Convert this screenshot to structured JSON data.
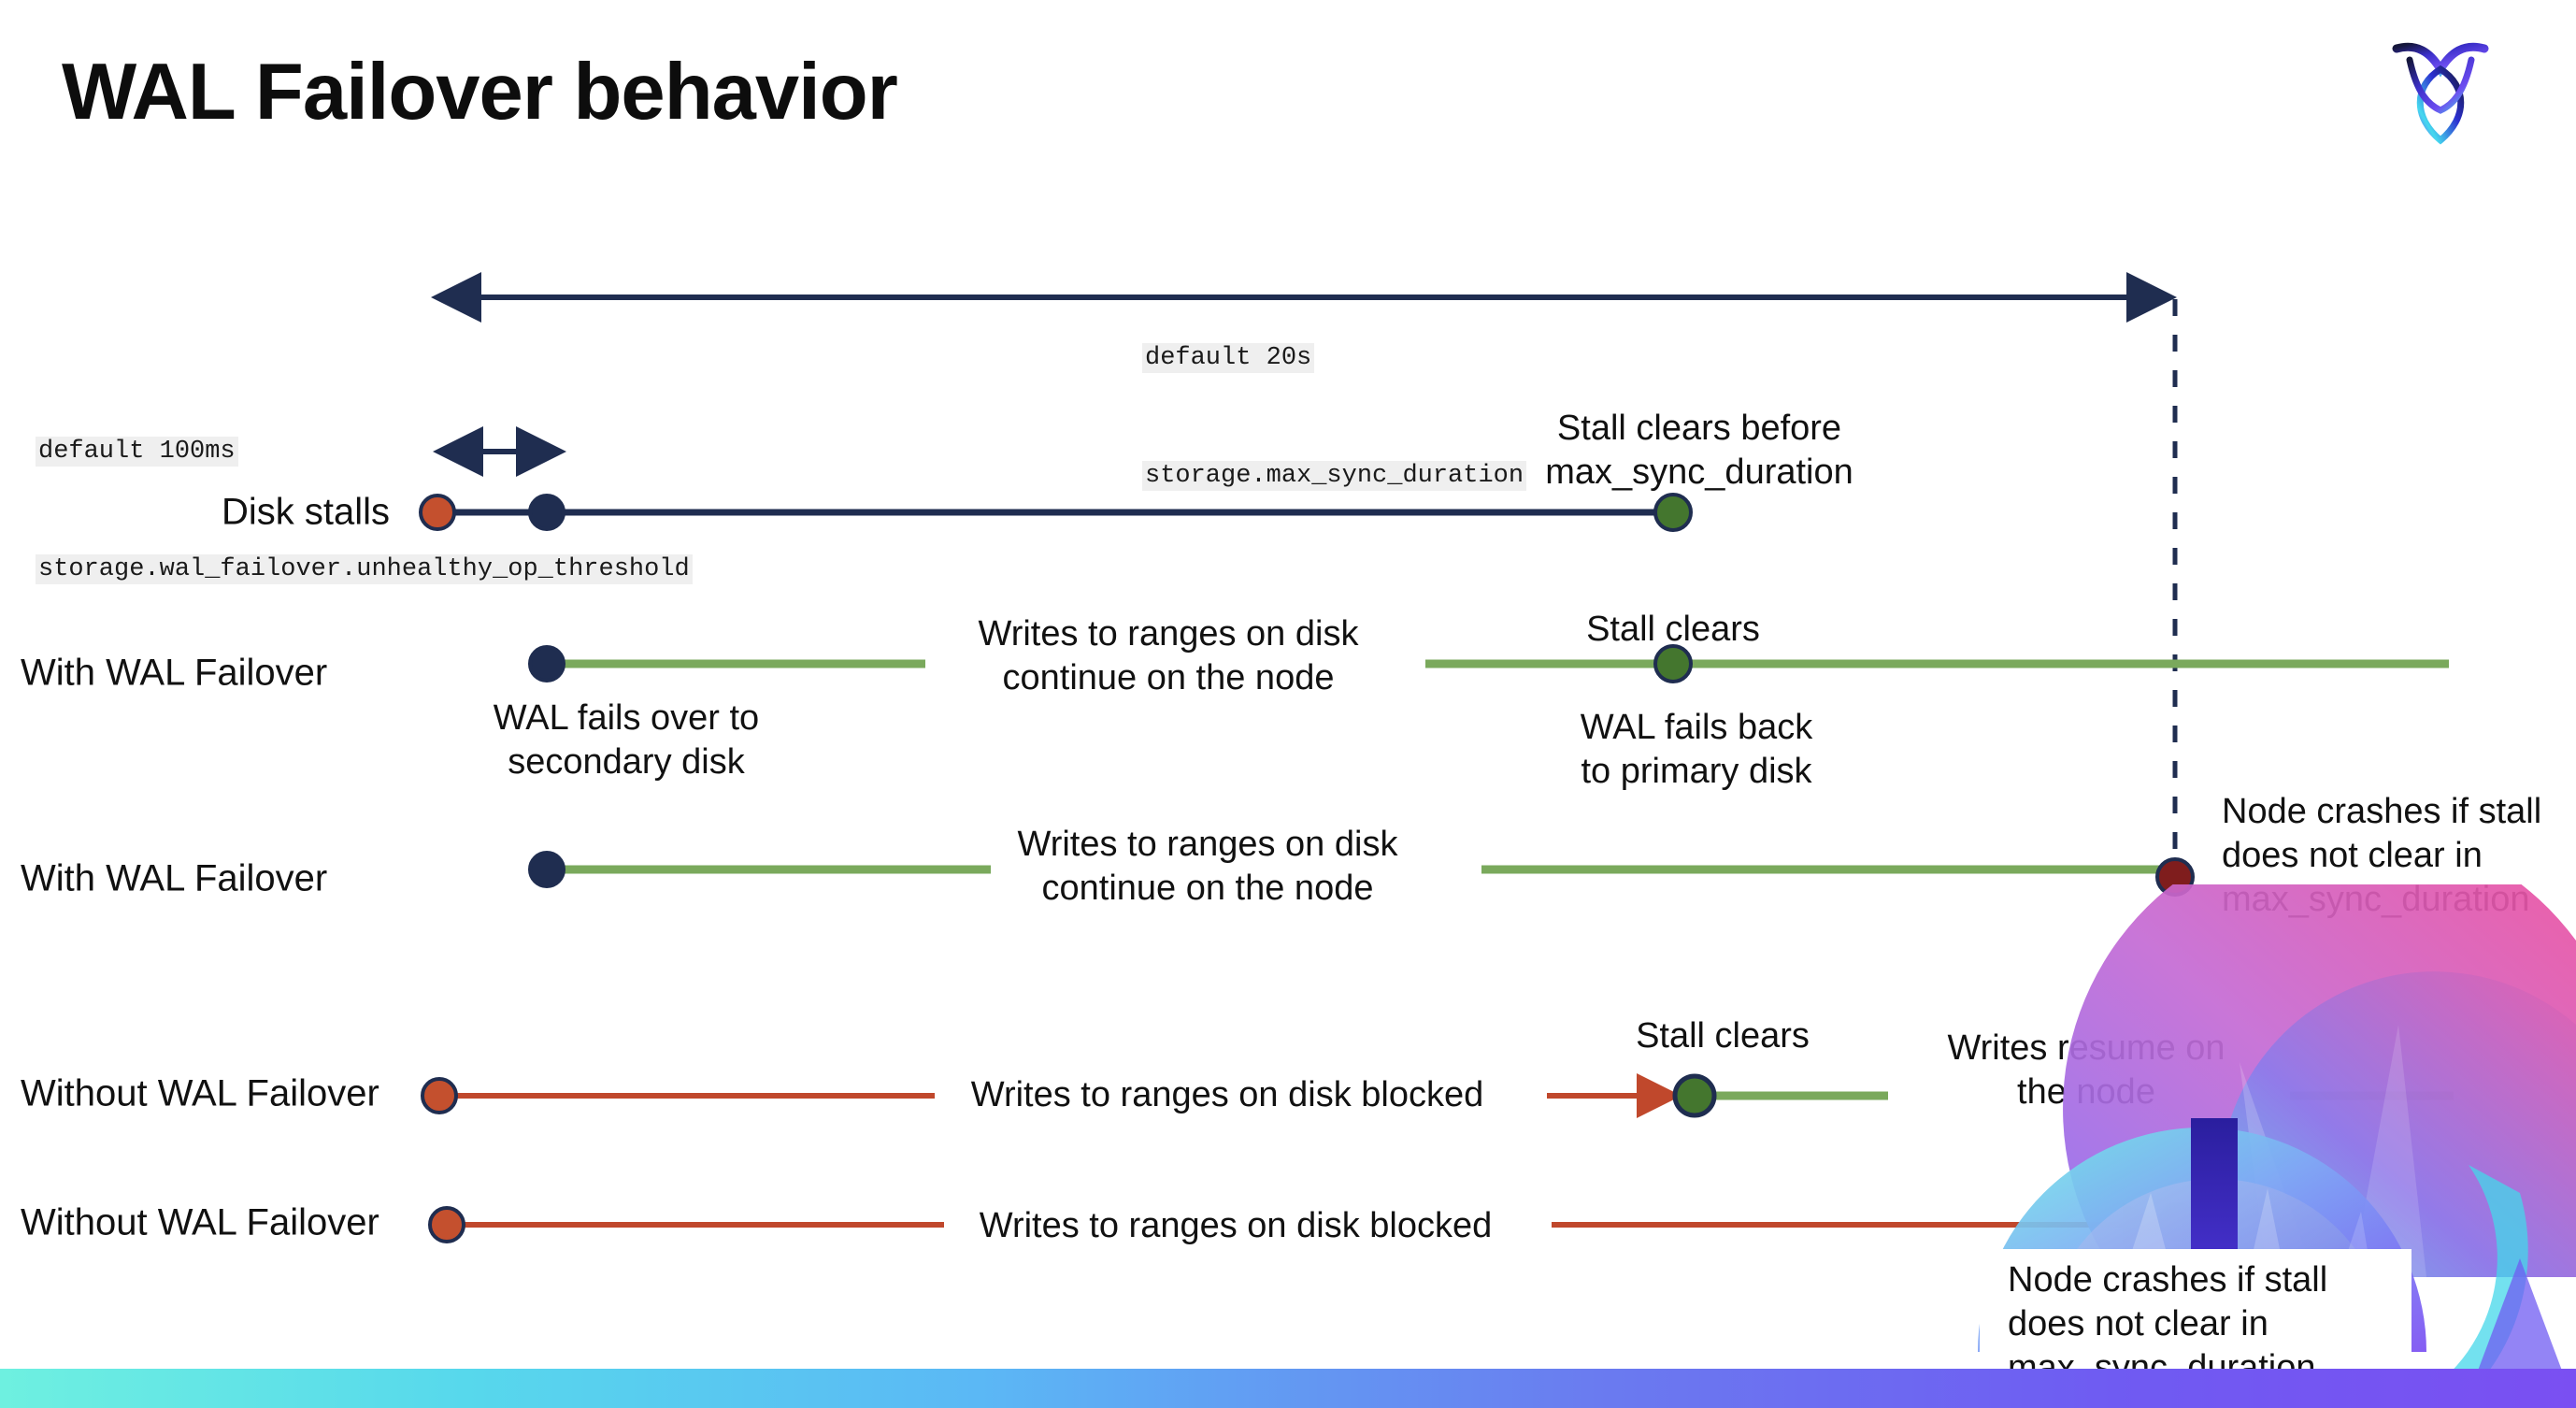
{
  "page": {
    "title": "WAL Failover behavior",
    "logo_name": "cockroachdb-logo"
  },
  "annotations": {
    "max_sync": {
      "line1": "default 20s",
      "line2": "storage.max_sync_duration"
    },
    "unhealthy": {
      "line1": "default 100ms",
      "line2": "storage.wal_failover.unhealthy_op_threshold"
    }
  },
  "rows": [
    {
      "id": "disk-stalls",
      "label": "Disk stalls",
      "note_above": "Stall clears before\nmax_sync_duration"
    },
    {
      "id": "with-wal-failover-1",
      "label": "With WAL Failover",
      "note_mid": "Writes to ranges on disk\ncontinue on the node",
      "note_below_start": "WAL fails over to\nsecondary disk",
      "note_clears": "Stall clears",
      "note_below_clears": "WAL fails  back\nto primary disk"
    },
    {
      "id": "with-wal-failover-2",
      "label": "With WAL Failover",
      "note_mid": "Writes to ranges on disk\ncontinue on the node",
      "note_crash": "Node crashes if stall\ndoes not clear in\nmax_sync_duration"
    },
    {
      "id": "without-wal-failover-1",
      "label": "Without WAL Failover",
      "note_mid": "Writes to ranges on disk  blocked",
      "note_clears": "Stall clears",
      "note_resume": "Writes resume on\nthe node"
    },
    {
      "id": "without-wal-failover-2",
      "label": "Without WAL Failover",
      "note_mid": "Writes to ranges on disk  blocked",
      "note_crash": "Node crashes if stall\ndoes not clear in\nmax_sync_duration"
    }
  ],
  "colors": {
    "navy": "#1f2d50",
    "green_line": "#7aa95c",
    "green_dot": "#44762e",
    "red_dot": "#c4502e",
    "dark_red_dot": "#7f1d1d",
    "red_line": "#c0482c",
    "code_bg": "#efefef",
    "bottom_bar_start": "#6ef0e0",
    "bottom_bar_end": "#7a4ff2"
  }
}
